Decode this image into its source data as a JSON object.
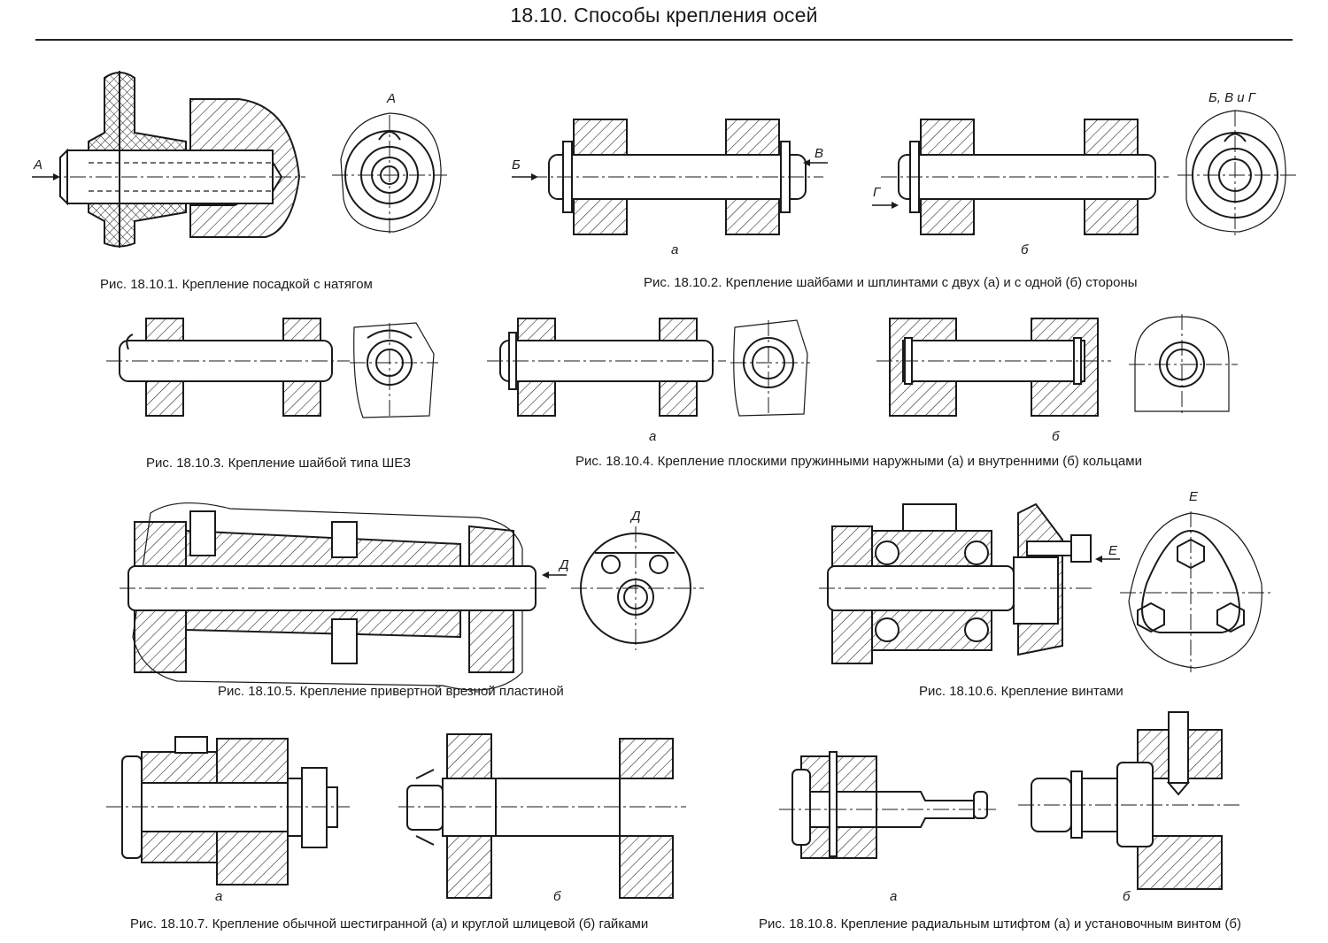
{
  "title": "18.10. Способы крепления осей",
  "figures": [
    {
      "id": "fig1",
      "caption": "Рис. 18.10.1. Крепление посадкой с натягом",
      "view_labels": [
        "A",
        "A"
      ]
    },
    {
      "id": "fig2",
      "caption": "Рис. 18.10.2. Крепление шайбами и шплинтами с двух (a) и с одной  (б) стороны",
      "view_labels": [
        "Б",
        "В",
        "Г",
        "Б, В и Г"
      ],
      "sub_labels": [
        "a",
        "б"
      ]
    },
    {
      "id": "fig3",
      "caption": "Рис. 18.10.3. Крепление шайбой типа  ШЕЗ"
    },
    {
      "id": "fig4",
      "caption": "Рис. 18.10.4. Крепление плоскими пружинными наружными (a) и внутренними (б) кольцами",
      "sub_labels": [
        "a",
        "б"
      ]
    },
    {
      "id": "fig5",
      "caption": "Рис. 18.10.5. Крепление привертной врезной пластиной",
      "view_labels": [
        "Д",
        "Д"
      ]
    },
    {
      "id": "fig6",
      "caption": "Рис. 18.10.6. Крепление винтами",
      "view_labels": [
        "E",
        "E"
      ]
    },
    {
      "id": "fig7",
      "caption": "Рис. 18.10.7. Крепление обычной шестигранной (a) и круглой шлицевой (б) гайками",
      "sub_labels": [
        "a",
        "б"
      ]
    },
    {
      "id": "fig8",
      "caption": "Рис. 18.10.8. Крепление радиальным штифтом (a) и установочным винтом (б)",
      "sub_labels": [
        "a",
        "б"
      ]
    }
  ]
}
